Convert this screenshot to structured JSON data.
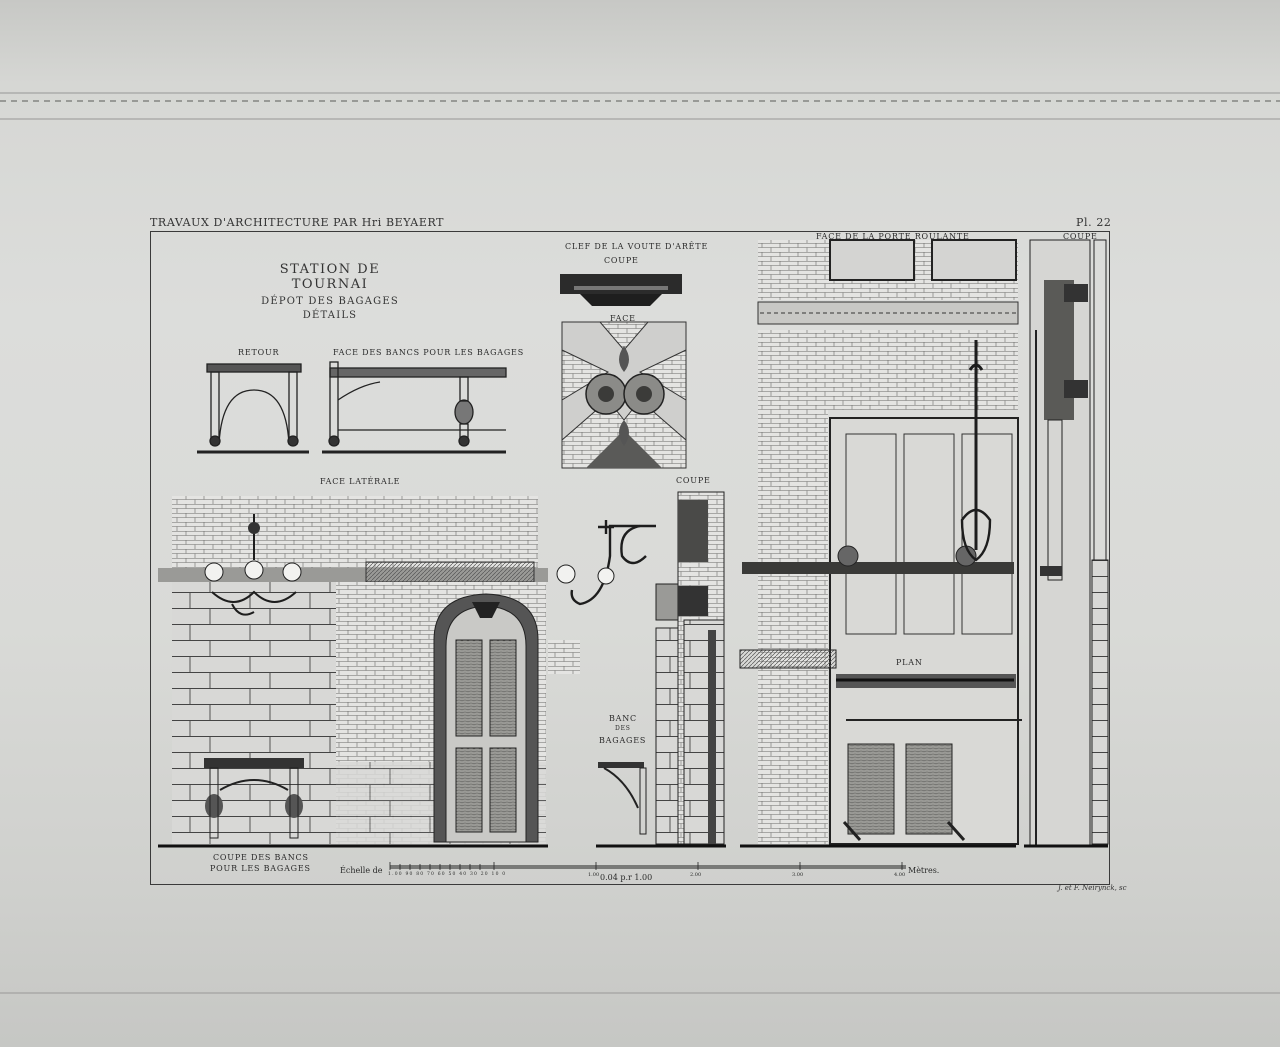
{
  "header": {
    "left": "TRAVAUX D'ARCHITECTURE PAR Hri BEYAERT",
    "right": "Pl. 22"
  },
  "title": {
    "line1": "STATION DE TOURNAI",
    "line2": "DÉPOT DES BAGAGES",
    "line3": "DÉTAILS"
  },
  "labels": {
    "retour": "RETOUR",
    "face_bancs": "FACE DES BANCS POUR LES BAGAGES",
    "clef": "CLEF DE LA VOUTE D'ARÊTE",
    "coupe_top": "COUPE",
    "face": "FACE",
    "face_porte": "FACE DE LA PORTE ROULANTE",
    "coupe_right": "COUPE",
    "face_laterale": "FACE LATÉRALE",
    "coupe_mid": "COUPE",
    "plan": "PLAN",
    "banc_1": "BANC",
    "banc_2": "DES",
    "banc_3": "BAGAGES",
    "coupe_bancs_1": "COUPE DES BANCS",
    "coupe_bancs_2": "POUR LES BAGAGES"
  },
  "scale": {
    "prefix": "Échelle de",
    "ticks": "1.00 90 80 70 60 50 40 30 20 10 0",
    "t1": "1.00",
    "t2": "2.00",
    "t3": "3.00",
    "t4": "4.00",
    "unit": "Mètres.",
    "ratio": "0.04 p.r 1.00"
  },
  "engraver": "J. et F. Neirynck, sc"
}
